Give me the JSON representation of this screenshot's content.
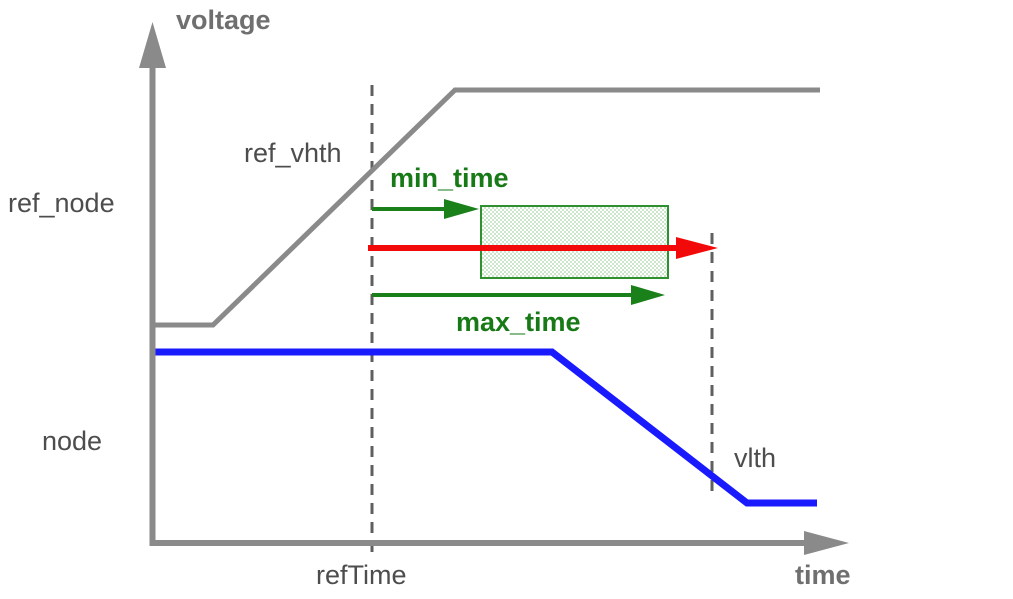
{
  "labels": {
    "voltage": "voltage",
    "ref_vhth": "ref_vhth",
    "ref_node": "ref_node",
    "min_time": "min_time",
    "max_time": "max_time",
    "node": "node",
    "vlth": "vlth",
    "refTime": "refTime",
    "time": "time"
  },
  "colors": {
    "axis_gray": "#8a8a8a",
    "ref_waveform": "#8a8a8a",
    "node_waveform": "#1a1aff",
    "green_arrow": "#1a801a",
    "green_text": "#177a17",
    "red_arrow": "#f20a0a",
    "box_border": "#2f9030",
    "box_fill_check": "#cbe6cb",
    "dashed_line": "#5f5f5f",
    "label_text": "#4d4d4d",
    "axis_label_text": "#6f6f6f"
  },
  "figure": {
    "y_axis": "voltage",
    "x_axis": "time",
    "rows": [
      "ref_node",
      "node"
    ]
  }
}
